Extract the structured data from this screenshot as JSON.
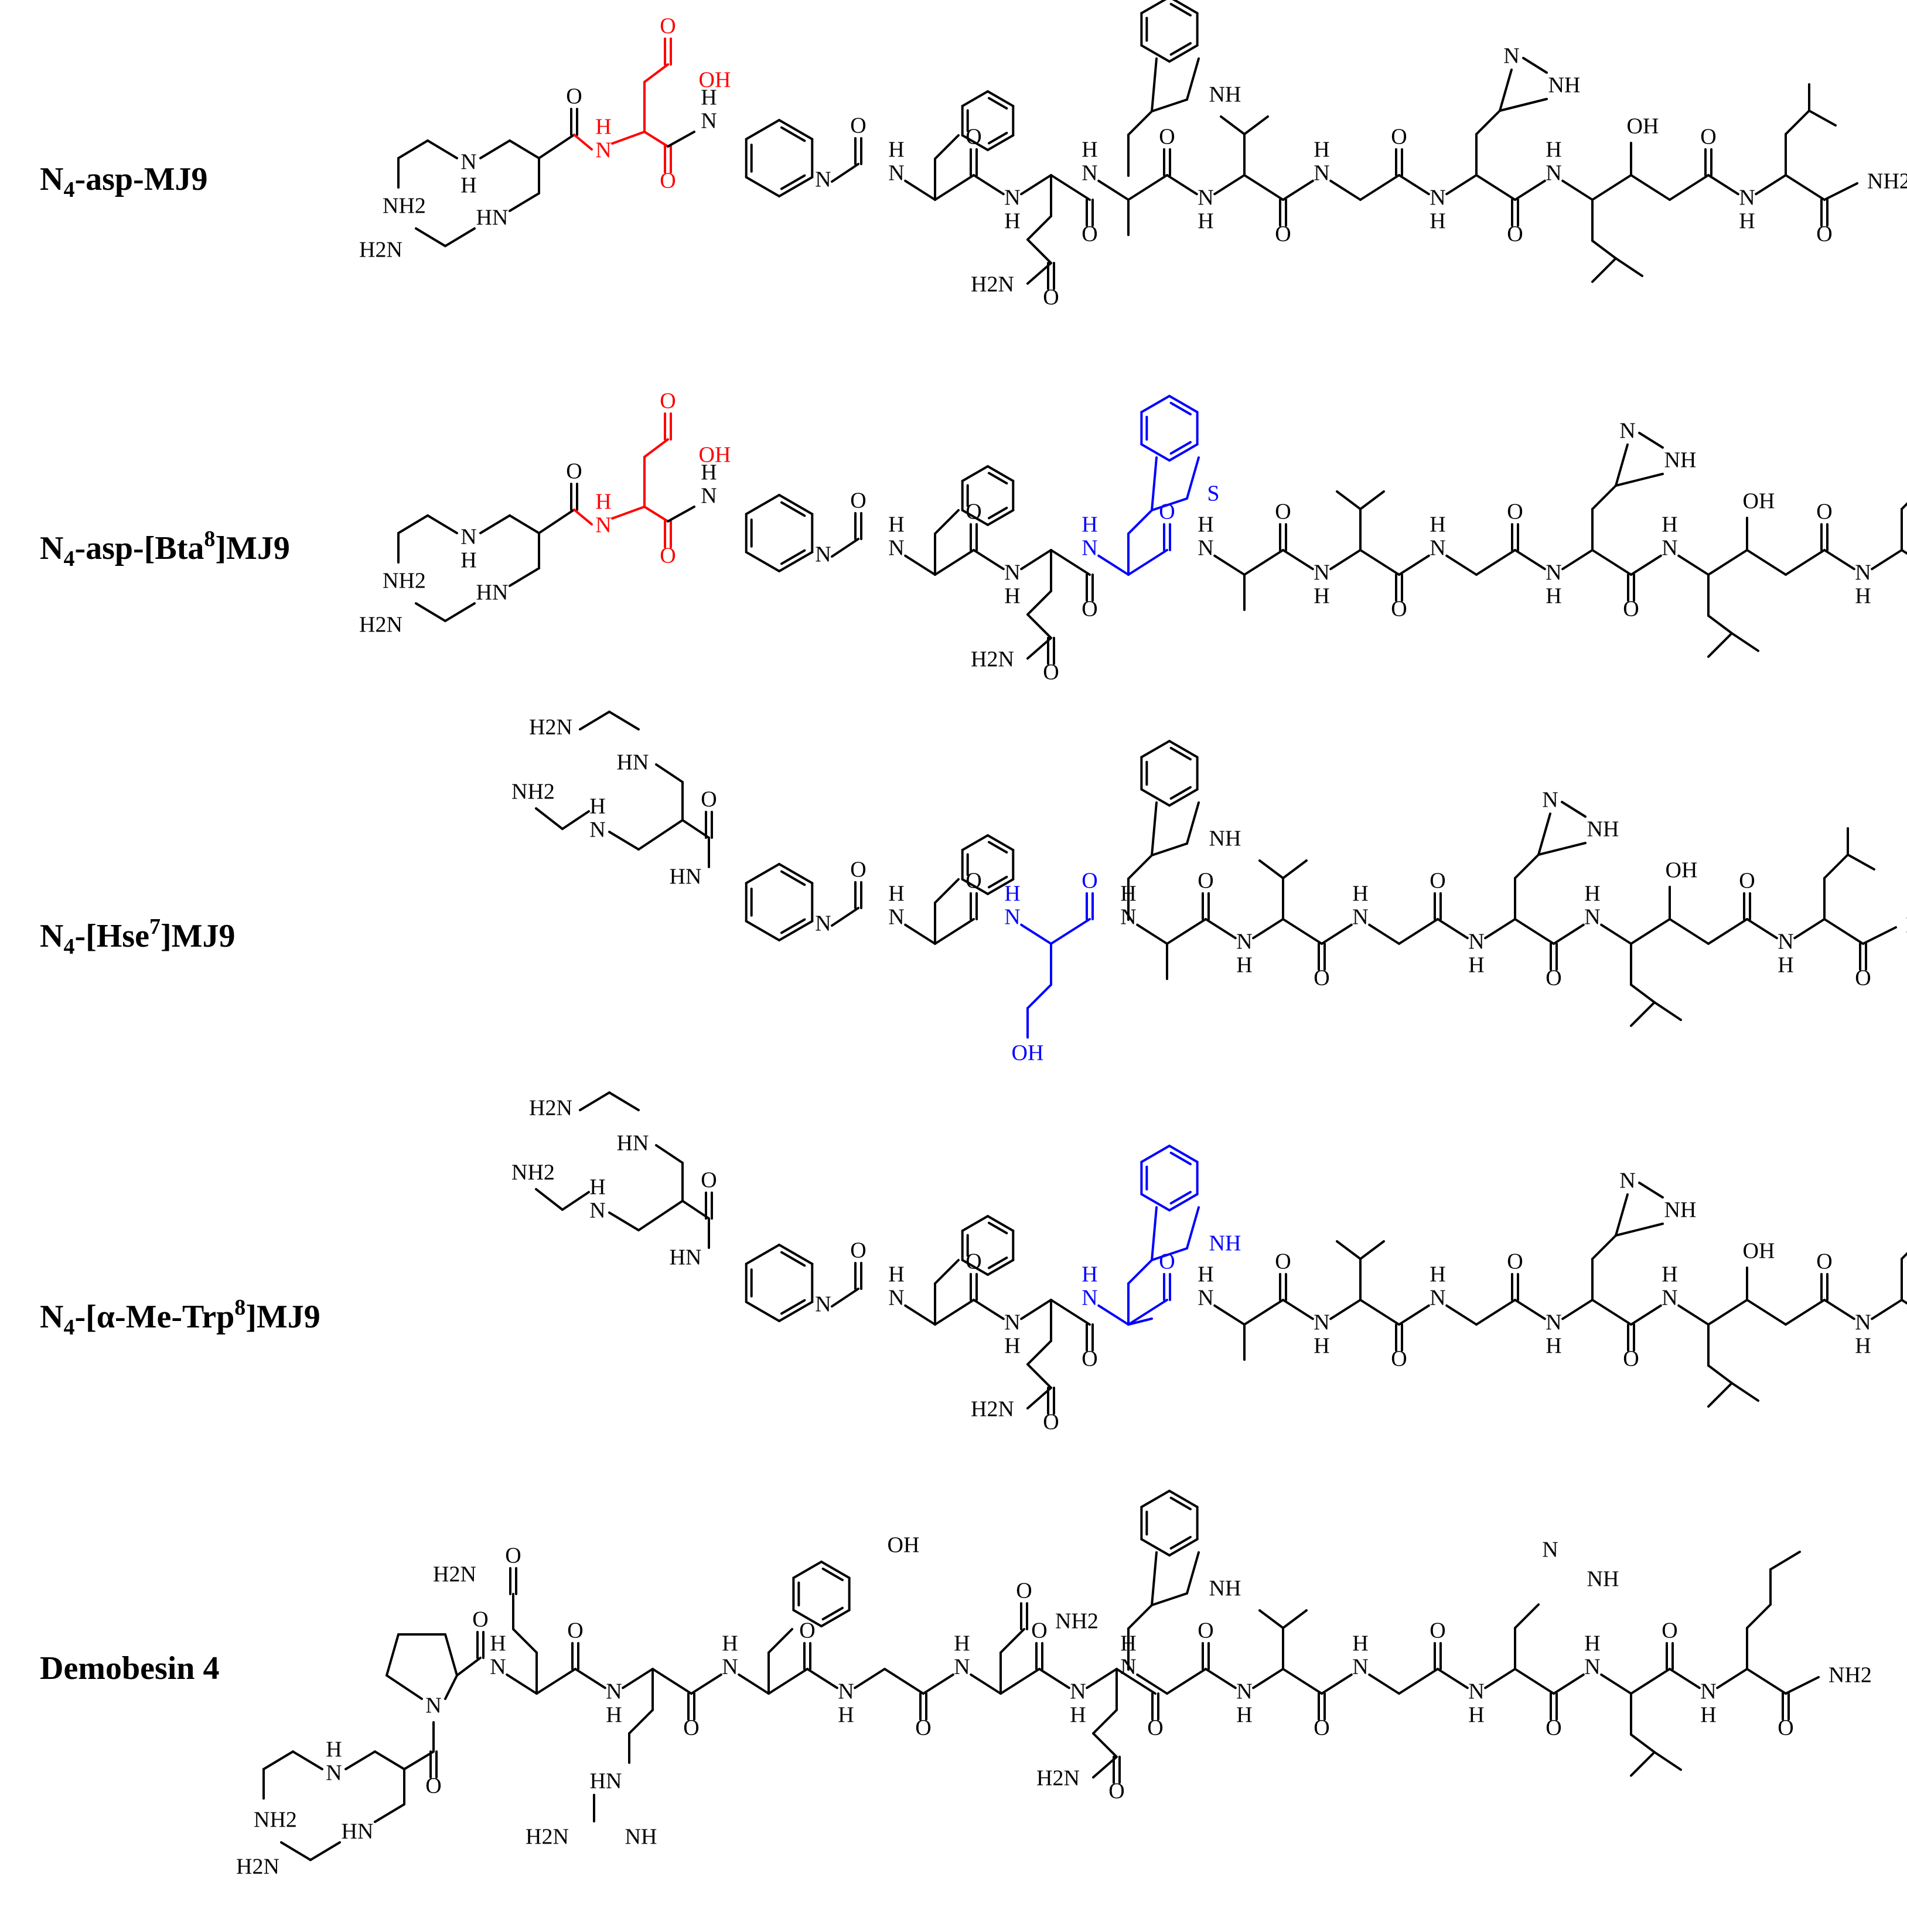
{
  "compounds": [
    {
      "prefix": "N",
      "sub": "4",
      "mid": "-asp-MJ9",
      "sup": "",
      "suffix": ""
    },
    {
      "prefix": "N",
      "sub": "4",
      "mid": "-asp-[Bta",
      "sup": "8",
      "suffix": "]MJ9"
    },
    {
      "prefix": "N",
      "sub": "4",
      "mid": "-[Hse",
      "sup": "7",
      "suffix": "]MJ9"
    },
    {
      "prefix": "N",
      "sub": "4",
      "mid": "-[α-Me-Trp",
      "sup": "8",
      "suffix": "]MJ9"
    },
    {
      "prefix": "",
      "sub": "",
      "mid": "Demobesin 4",
      "sup": "",
      "suffix": ""
    }
  ],
  "atoms": {
    "nh": "NH",
    "h": "H",
    "n": "N",
    "s": "S",
    "o": "O",
    "oh": "OH",
    "nh2": "NH2",
    "h2n": "H2N",
    "hn": "HN"
  },
  "colors": {
    "default": "#000000",
    "modified_red": "#ff0000",
    "modified_blue": "#0000ff"
  }
}
